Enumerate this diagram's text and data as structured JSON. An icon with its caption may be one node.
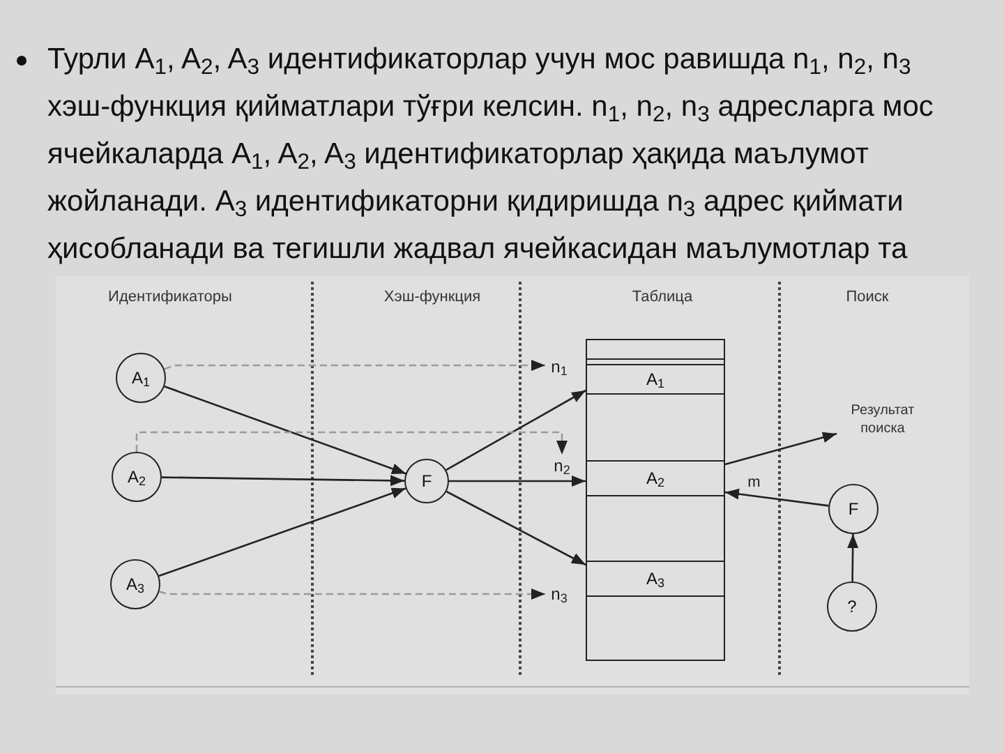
{
  "diagram": {
    "nodes": [
      {
        "text": [
          "A$_{1}$"
        ]
      },
      {
        "text": [
          "A$_{2}$"
        ]
      },
      {
        "text": [
          "A$_{3}$"
        ]
      },
      {
        "text": [
          "F"
        ]
      },
      {
        "text": [
          "n$_{1}$"
        ]
      },
      {
        "text": [
          "n$_{2}$"
        ]
      },
      {
        "text": [
          "n$_{3}$"
        ]
      },
      {
        "text": [
          "A$_{1}$"
        ]
      },
      {
        "text": [
          "A$_{2}$"
        ]
      },
      {
        "text": [
          "A$_{3}$"
        ]
      },
      {
        "text": [
          "Результат поиска"
        ]
      },
      {
        "text": [
          "F"
        ]
      },
      {
        "text": [
          "?"
        ]
      }
    ],
    "edges": [
      {
        "from": 0,
        "to": 3,
        "arrow": "to"
      },
      {
        "from": 1,
        "to": 3,
        "arrow": "to"
      },
      {
        "from": 2,
        "to": 3,
        "arrow": "to"
      },
      {
        "from": 3,
        "to": 7,
        "arrow": "to"
      },
      {
        "from": 3,
        "to": 8,
        "arrow": "to"
      },
      {
        "from": 3,
        "to": 9,
        "arrow": "to"
      },
      {
        "from": 0,
        "to": 4,
        "arrow": "to",
        "style": "dashed",
        "color": "#9a9a9a"
      },
      {
        "from": 1,
        "to": 5,
        "arrow": "to",
        "style": "dashed",
        "color": "#9a9a9a"
      },
      {
        "from": 2,
        "to": 6,
        "arrow": "to",
        "style": "dashed",
        "color": "#9a9a9a"
      },
      {
        "from": 8,
        "to": 10,
        "arrow": "to"
      },
      {
        "from": 11,
        "to": 8,
        "arrow": "to",
        "label": "m"
      },
      {
        "from": 12,
        "to": 11,
        "arrow": "to"
      }
    ],
    "labels": [
      "Турли A$_{1}$, A$_{2}$, A$_{3}$ идентификаторлар учун мос равишда n$_{1}$, n$_{2}$, n$_{3}$ хэш-функция қийматлари тўғри келсин. n$_{1}$, n$_{2}$, n$_{3}$ адресларга мос ячейкаларда A$_{1}$, A$_{2}$, A$_{3}$ идентификаторлар ҳақида маълумот жойланади. A$_{3}$ идентификаторни қидиришда n$_{3}$ адрес қиймати ҳисобланади ва тегишли жадвал ячейкасидан маълумотлар та",
      "Идентификаторы",
      "Хэш-функция",
      "Таблица",
      "Поиск"
    ]
  }
}
